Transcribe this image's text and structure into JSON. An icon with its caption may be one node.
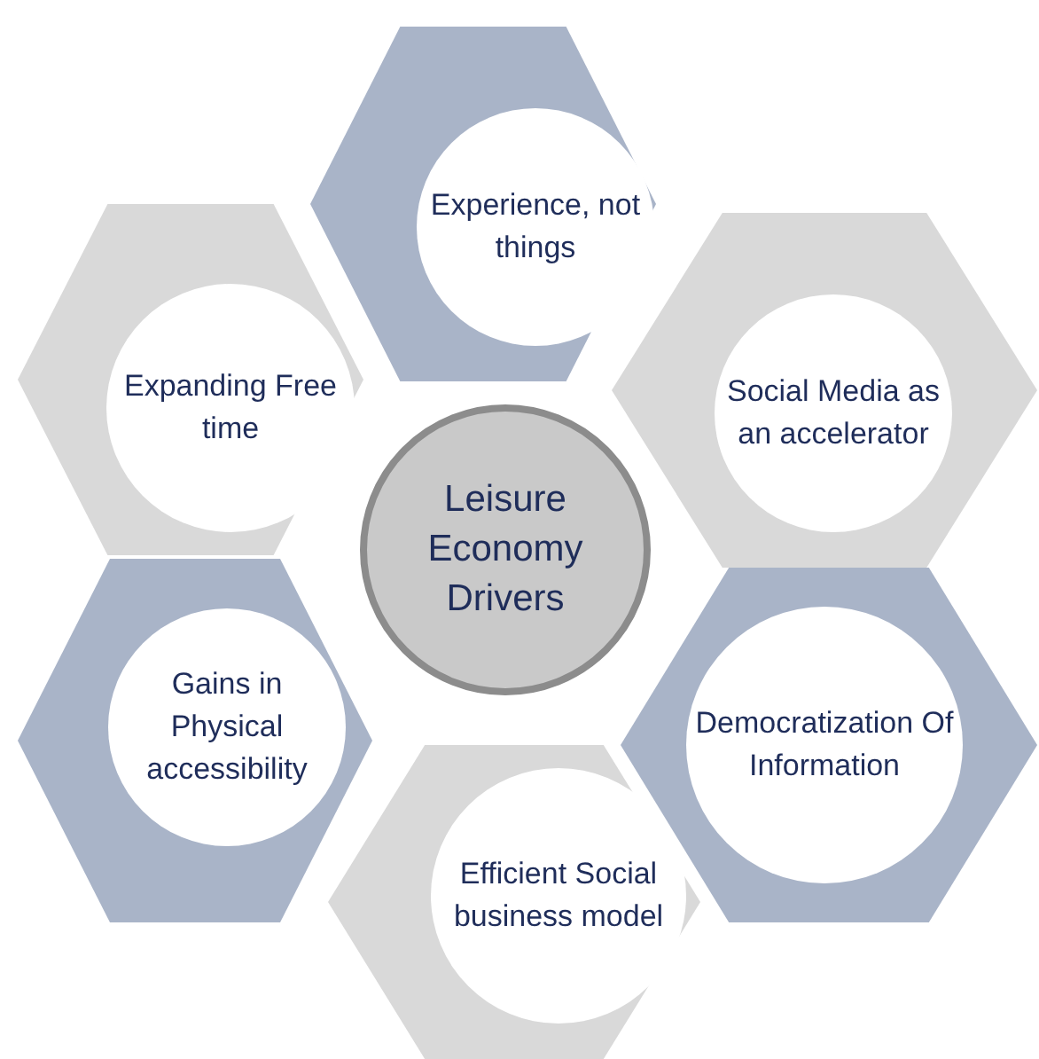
{
  "diagram": {
    "nodes": [
      {
        "text": [
          "Experience, not things"
        ]
      },
      {
        "text": [
          "Expanding Free time"
        ]
      },
      {
        "text": [
          "Social Media as an accelerator"
        ]
      },
      {
        "text": [
          "Leisure Economy Drivers"
        ]
      },
      {
        "text": [
          "Gains in Physical accessibility"
        ]
      },
      {
        "text": [
          "Democratization Of Information"
        ]
      },
      {
        "text": [
          "Efficient Social business model"
        ]
      }
    ]
  }
}
